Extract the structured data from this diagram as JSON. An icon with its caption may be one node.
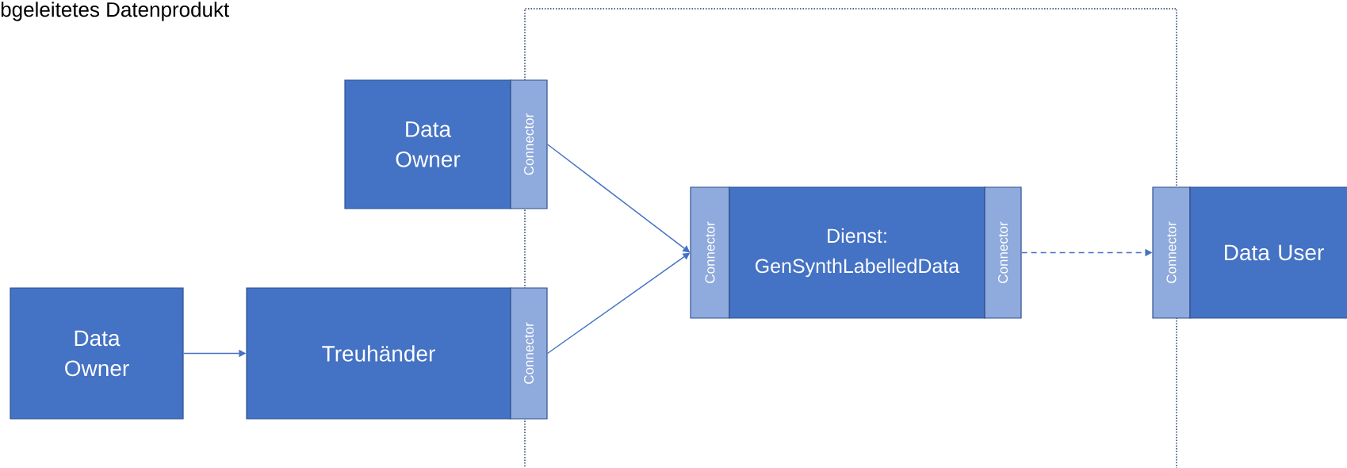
{
  "diagram": {
    "nodes": [
      {
        "text": [
          "Data Owner"
        ]
      },
      {
        "text": [
          "Connector"
        ]
      },
      {
        "text": [
          "Connector"
        ]
      },
      {
        "text": [
          "Dienst: GenSynthLabelledData"
        ]
      },
      {
        "text": [
          "Connector"
        ]
      },
      {
        "text": [
          "Connector"
        ]
      },
      {
        "text": [
          "Data User"
        ]
      },
      {
        "text": [
          "Data Owner"
        ]
      },
      {
        "text": [
          "Treuhänder"
        ]
      },
      {
        "text": [
          "Connector"
        ]
      }
    ],
    "edges": [
      {
        "from": 1,
        "to": 2,
        "arrow": "to"
      },
      {
        "from": 9,
        "to": 2,
        "arrow": "to"
      },
      {
        "from": 4,
        "to": 5,
        "arrow": "to",
        "style": "dashed"
      },
      {
        "from": 7,
        "to": 8,
        "arrow": "to"
      }
    ],
    "labels": [
      "bgeleitetes Datenprodukt"
    ]
  }
}
